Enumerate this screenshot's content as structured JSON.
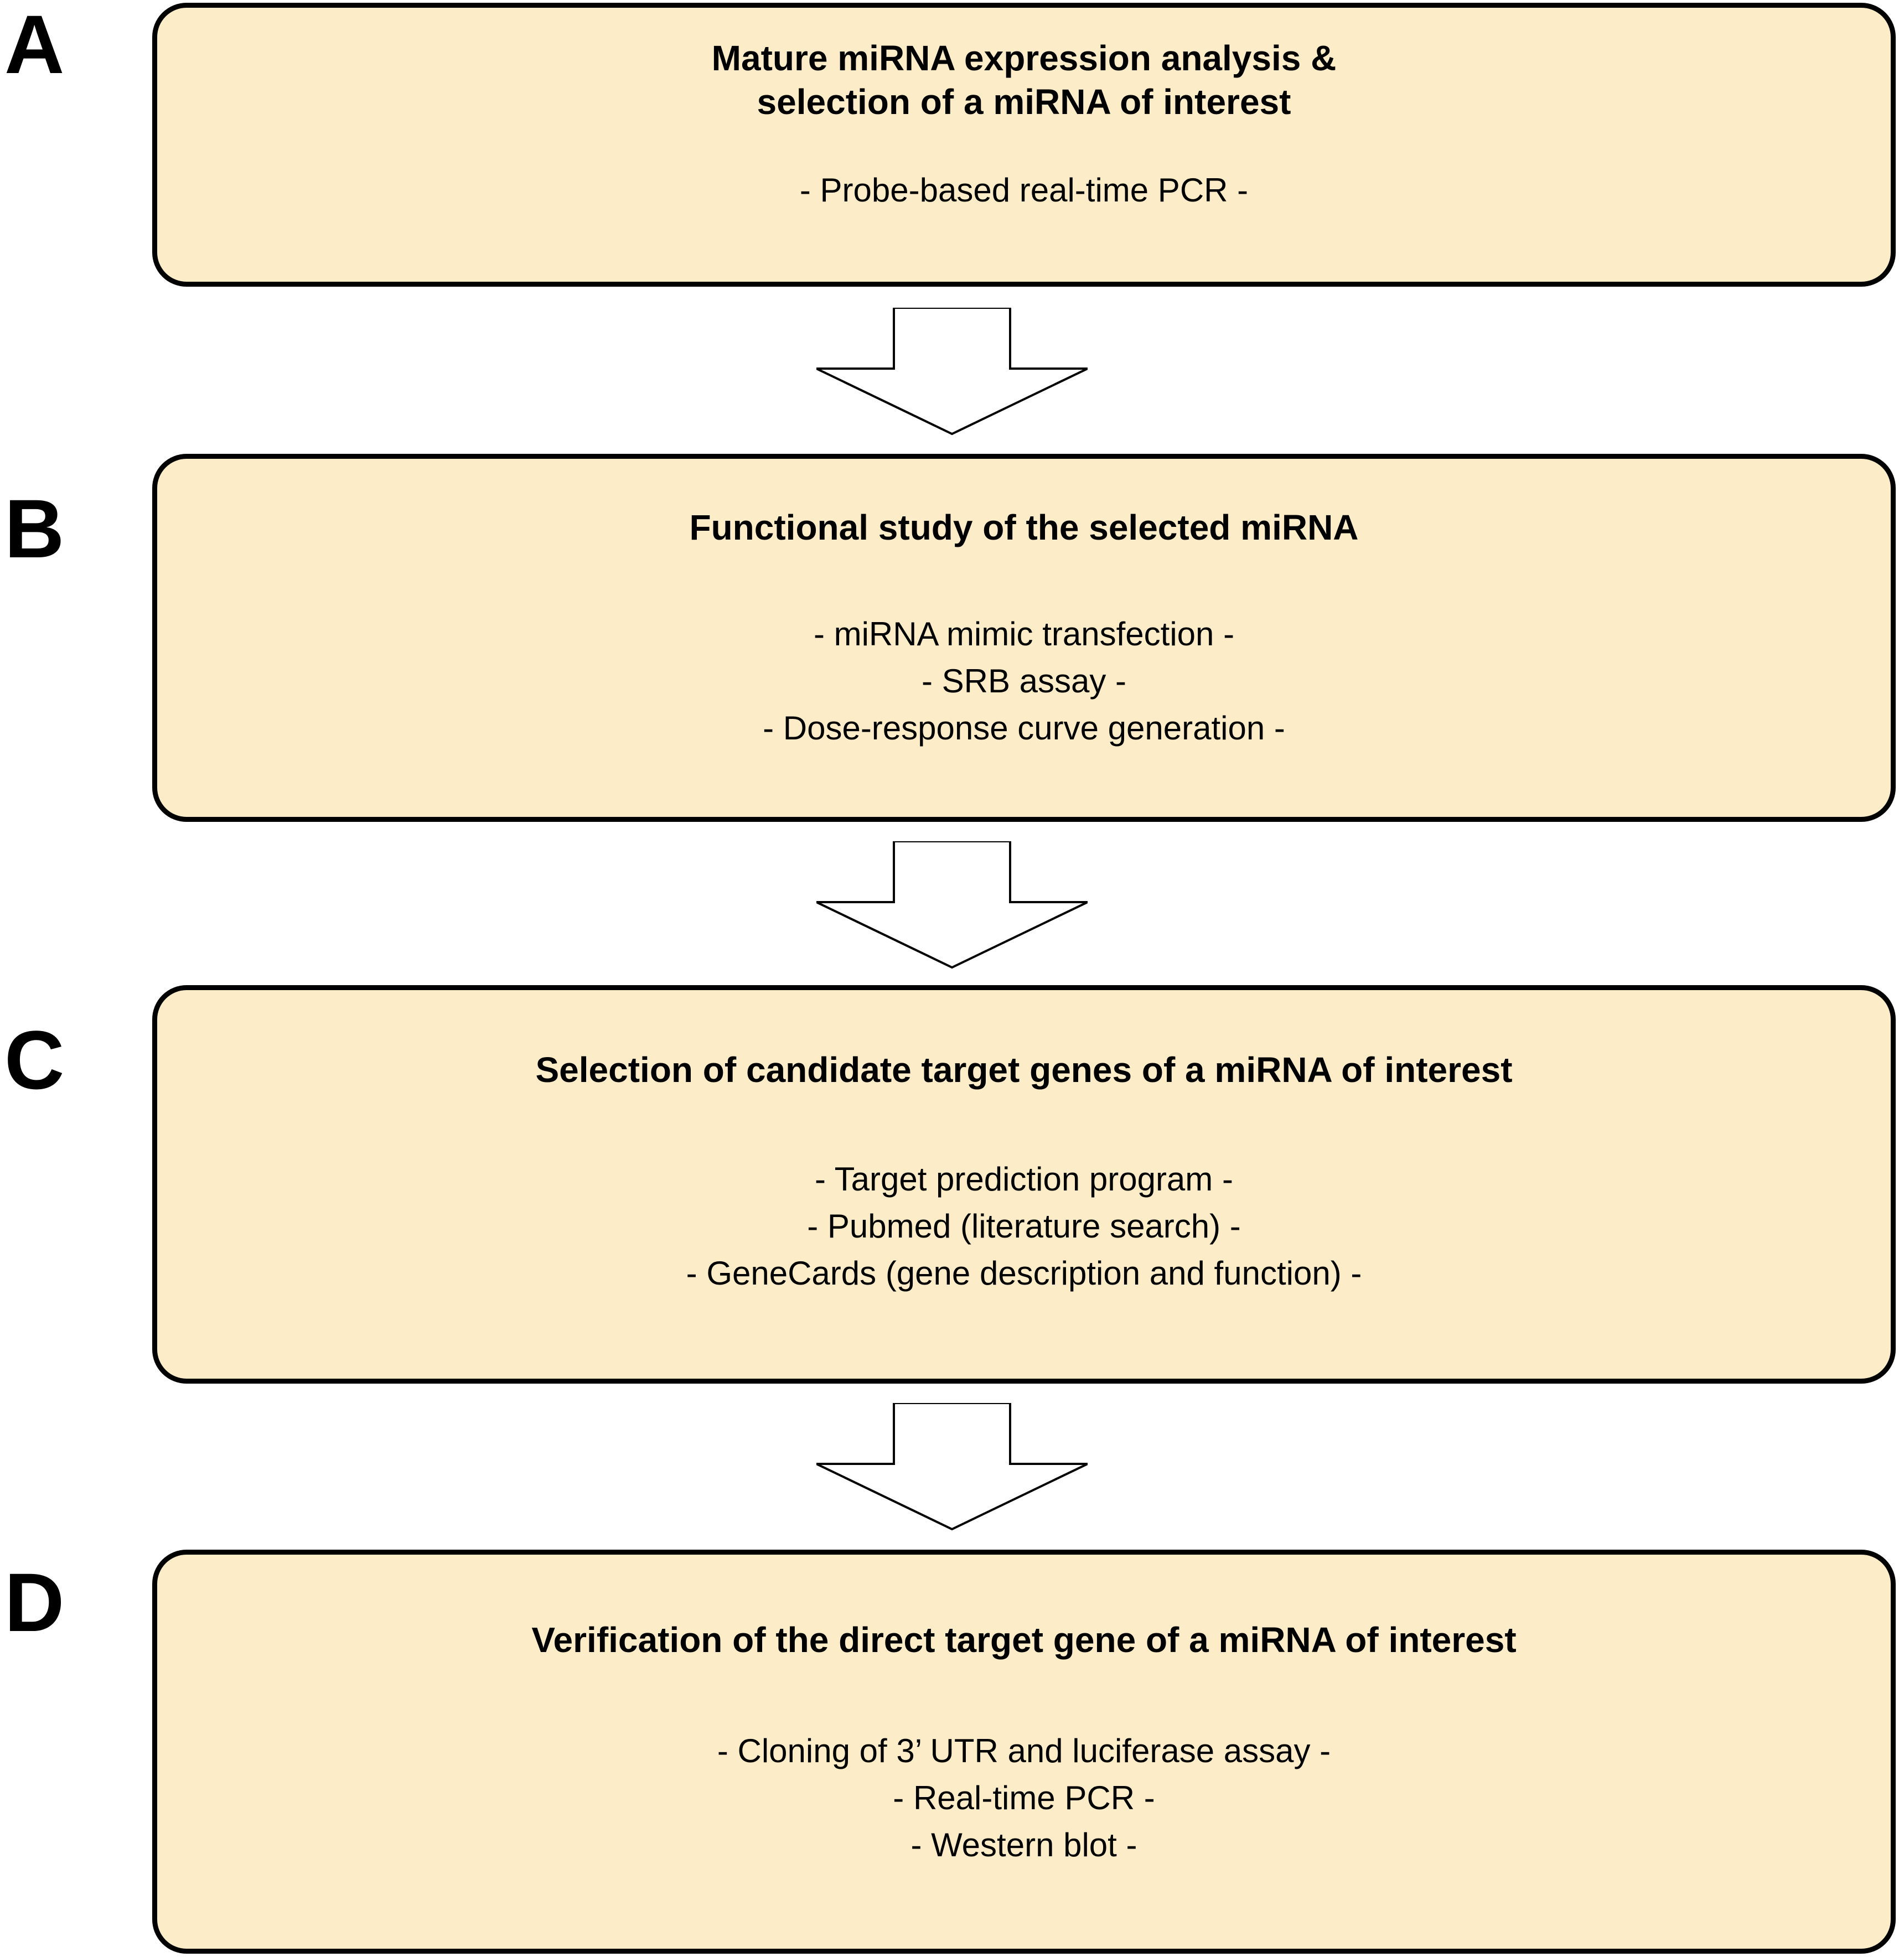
{
  "figure": {
    "type": "flowchart",
    "orientation": "vertical",
    "panel_count": 4,
    "box_fill_color": "#FCECC8",
    "box_border_color": "#000000",
    "arrow_fill_color": "#FFFFFF",
    "arrow_stroke_color": "#000000",
    "background_color": "#FFFFFF"
  },
  "panels": [
    {
      "letter": "A",
      "title": "Mature miRNA expression analysis &\nselection of a miRNA of interest",
      "body": "- Probe-based real-time PCR -",
      "methods": [
        "- Probe-based real-time PCR -"
      ]
    },
    {
      "letter": "B",
      "title": "Functional study of the selected miRNA",
      "body": "- miRNA mimic transfection -\n- SRB assay -\n- Dose-response curve generation -",
      "methods": [
        "- miRNA mimic transfection -",
        "- SRB assay -",
        "- Dose-response curve generation -"
      ]
    },
    {
      "letter": "C",
      "title": "Selection of candidate target genes of a miRNA of interest",
      "body": "- Target prediction program -\n- Pubmed (literature search) -\n- GeneCards (gene description and function) -",
      "methods": [
        "- Target prediction program -",
        "- Pubmed (literature search) -",
        "- GeneCards (gene description and function) -"
      ]
    },
    {
      "letter": "D",
      "title": "Verification of the direct target gene of a miRNA of interest",
      "body": "- Cloning of 3’ UTR and luciferase assay -\n- Real-time PCR -\n- Western blot -",
      "methods": [
        "- Cloning of 3’ UTR and luciferase assay -",
        "- Real-time PCR -",
        "- Western blot -"
      ]
    }
  ],
  "arrows": [
    {
      "from": "A",
      "to": "B",
      "direction": "down"
    },
    {
      "from": "B",
      "to": "C",
      "direction": "down"
    },
    {
      "from": "C",
      "to": "D",
      "direction": "down"
    }
  ]
}
